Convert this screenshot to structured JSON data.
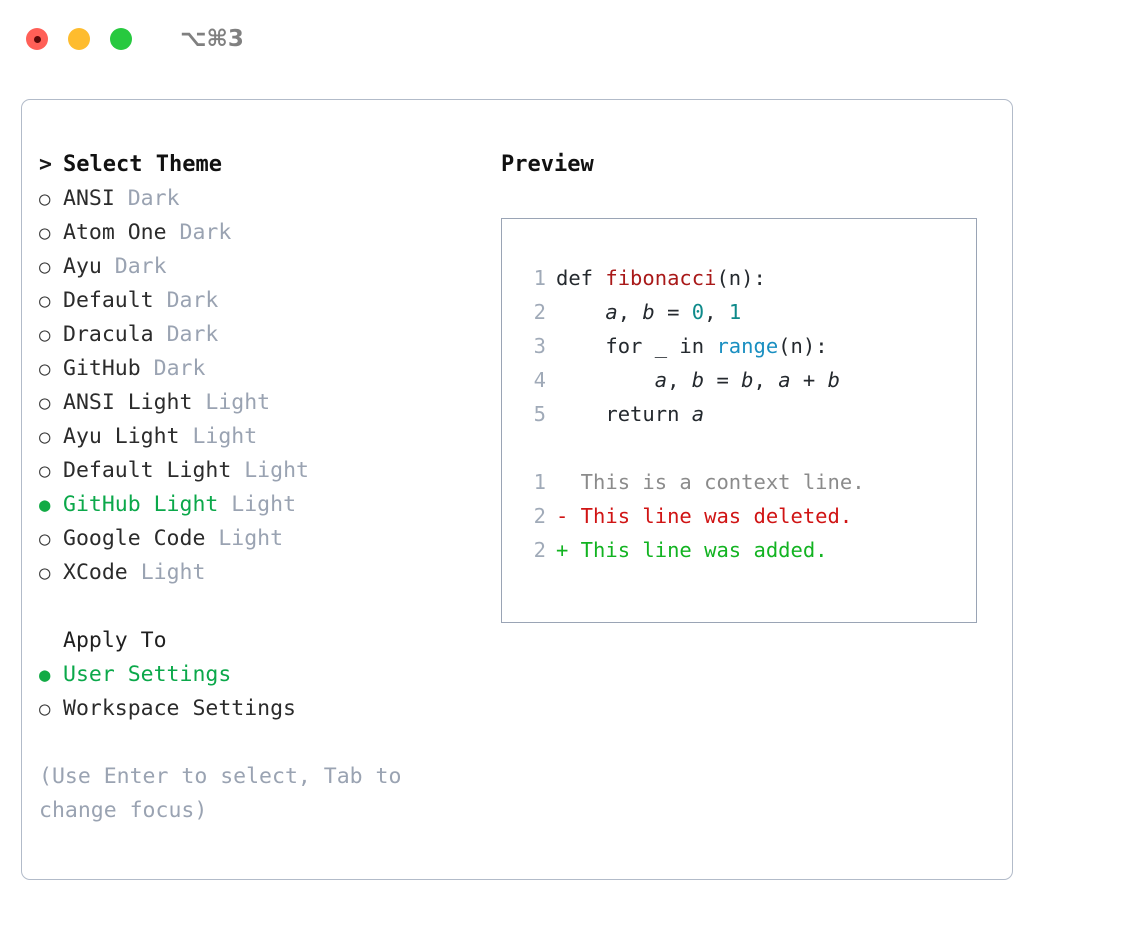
{
  "window": {
    "title": "⌥⌘3",
    "traffic_lights": [
      {
        "name": "close-button",
        "color": "#ff5f57"
      },
      {
        "name": "minimize-button",
        "color": "#febc2e"
      },
      {
        "name": "maximize-button",
        "color": "#27c93f"
      }
    ]
  },
  "theme_picker": {
    "caret": ">",
    "header": "Select Theme",
    "bullet_unselected": "○",
    "bullet_selected": "●",
    "items": [
      {
        "name": "ANSI",
        "variant": "Dark",
        "selected": false
      },
      {
        "name": "Atom One",
        "variant": "Dark",
        "selected": false
      },
      {
        "name": "Ayu",
        "variant": "Dark",
        "selected": false
      },
      {
        "name": "Default",
        "variant": "Dark",
        "selected": false
      },
      {
        "name": "Dracula",
        "variant": "Dark",
        "selected": false
      },
      {
        "name": "GitHub",
        "variant": "Dark",
        "selected": false
      },
      {
        "name": "ANSI Light",
        "variant": "Light",
        "selected": false
      },
      {
        "name": "Ayu Light",
        "variant": "Light",
        "selected": false
      },
      {
        "name": "Default Light",
        "variant": "Light",
        "selected": false
      },
      {
        "name": "GitHub Light",
        "variant": "Light",
        "selected": true
      },
      {
        "name": "Google Code",
        "variant": "Light",
        "selected": false
      },
      {
        "name": "XCode",
        "variant": "Light",
        "selected": false
      }
    ]
  },
  "apply_to": {
    "header": "Apply To",
    "options": [
      {
        "label": "User Settings",
        "selected": true
      },
      {
        "label": "Workspace Settings",
        "selected": false
      }
    ]
  },
  "help": {
    "text": "(Use Enter to select, Tab to change focus)"
  },
  "preview": {
    "header": "Preview",
    "code_lines": [
      {
        "num": "1",
        "tokens": [
          {
            "t": "def ",
            "k": "plain"
          },
          {
            "t": "fibonacci",
            "k": "fn"
          },
          {
            "t": "(n):",
            "k": "plain"
          }
        ]
      },
      {
        "num": "2",
        "tokens": [
          {
            "t": "    ",
            "k": "plain"
          },
          {
            "t": "a",
            "k": "var"
          },
          {
            "t": ", ",
            "k": "plain"
          },
          {
            "t": "b",
            "k": "var"
          },
          {
            "t": " = ",
            "k": "plain"
          },
          {
            "t": "0",
            "k": "num"
          },
          {
            "t": ", ",
            "k": "plain"
          },
          {
            "t": "1",
            "k": "num"
          }
        ]
      },
      {
        "num": "3",
        "tokens": [
          {
            "t": "    for _ in ",
            "k": "plain"
          },
          {
            "t": "range",
            "k": "call"
          },
          {
            "t": "(n):",
            "k": "plain"
          }
        ]
      },
      {
        "num": "4",
        "tokens": [
          {
            "t": "        ",
            "k": "plain"
          },
          {
            "t": "a",
            "k": "var"
          },
          {
            "t": ", ",
            "k": "plain"
          },
          {
            "t": "b",
            "k": "var"
          },
          {
            "t": " = ",
            "k": "plain"
          },
          {
            "t": "b",
            "k": "var"
          },
          {
            "t": ", ",
            "k": "plain"
          },
          {
            "t": "a",
            "k": "var"
          },
          {
            "t": " + ",
            "k": "plain"
          },
          {
            "t": "b",
            "k": "var"
          }
        ]
      },
      {
        "num": "5",
        "tokens": [
          {
            "t": "    return ",
            "k": "plain"
          },
          {
            "t": "a",
            "k": "var"
          }
        ]
      }
    ],
    "diff_lines": [
      {
        "num": "1",
        "marker": " ",
        "text": " This is a context line.",
        "kind": "context"
      },
      {
        "num": "2",
        "marker": "-",
        "text": " This line was deleted.",
        "kind": "deleted"
      },
      {
        "num": "2",
        "marker": "+",
        "text": " This line was added.",
        "kind": "added"
      }
    ]
  },
  "colors": {
    "selected_green": "#0ba84a",
    "muted_gray": "#9aa3b2",
    "border": "#b2bbc9",
    "preview_border": "#9aa4b5",
    "fn_red": "#a91919",
    "num_teal": "#0e8a8a",
    "call_blue": "#1a8fc1",
    "diff_del": "#d01414",
    "diff_add": "#12b321"
  }
}
